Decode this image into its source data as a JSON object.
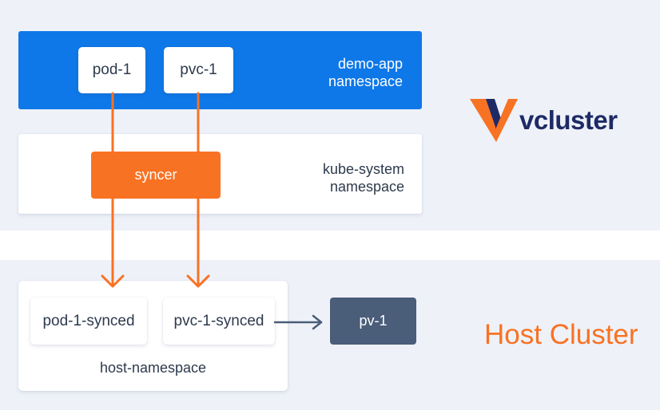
{
  "virtual_cluster": {
    "logo_text": "vcluster",
    "demo_namespace": {
      "label_line1": "demo-app",
      "label_line2": "namespace",
      "pod": "pod-1",
      "pvc": "pvc-1"
    },
    "kube_system_namespace": {
      "label_line1": "kube-system",
      "label_line2": "namespace",
      "syncer": "syncer"
    }
  },
  "host_cluster": {
    "title": "Host Cluster",
    "namespace_label": "host-namespace",
    "pod_synced": "pod-1-synced",
    "pvc_synced": "pvc-1-synced",
    "pv": "pv-1"
  },
  "colors": {
    "band": "#eef1f8",
    "demo_namespace_fill": "#0e78e8",
    "syncer_fill": "#f87223",
    "pv_fill": "#4a5d79",
    "sync_arrow": "#f87223",
    "bind_arrow": "#4a5d79",
    "logo_orange": "#f87223",
    "logo_navy": "#1e2a66"
  }
}
